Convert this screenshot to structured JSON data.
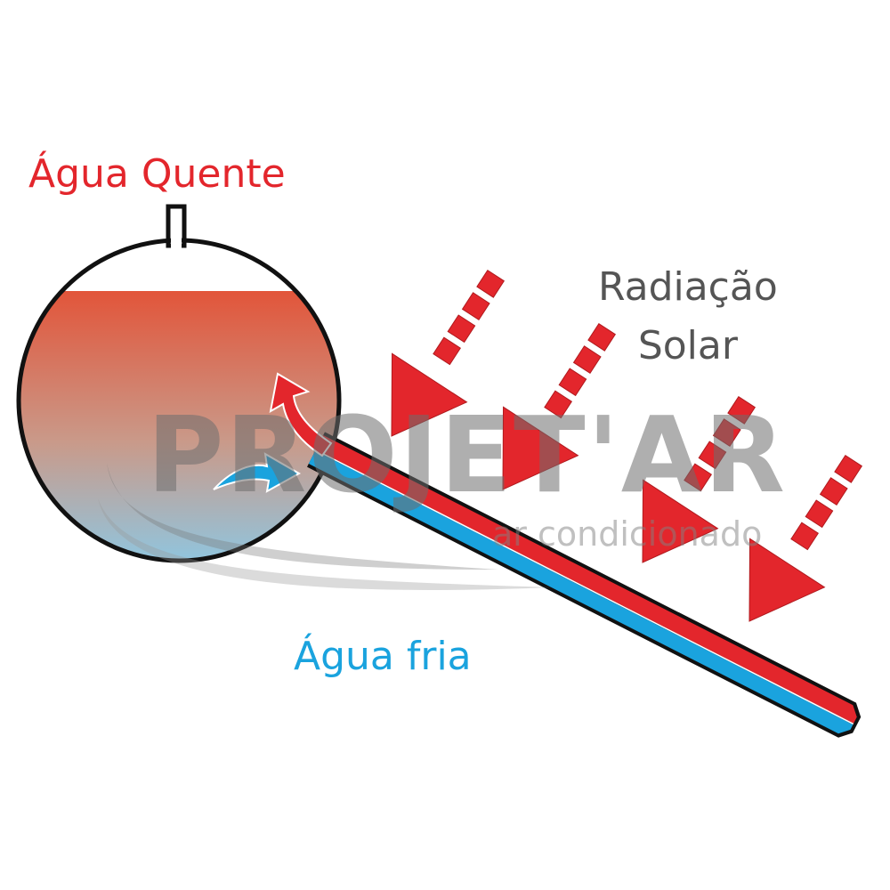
{
  "labels": {
    "hot_water": "Água Quente",
    "solar_radiation_line1": "Radiação",
    "solar_radiation_line2": "Solar",
    "cold_water": "Água fria"
  },
  "watermark": {
    "brand": "PROJET'AR",
    "tagline": "ar condicionado"
  },
  "colors": {
    "hot": "#e3262c",
    "cold": "#1aa3de",
    "text_gray": "#555555"
  }
}
